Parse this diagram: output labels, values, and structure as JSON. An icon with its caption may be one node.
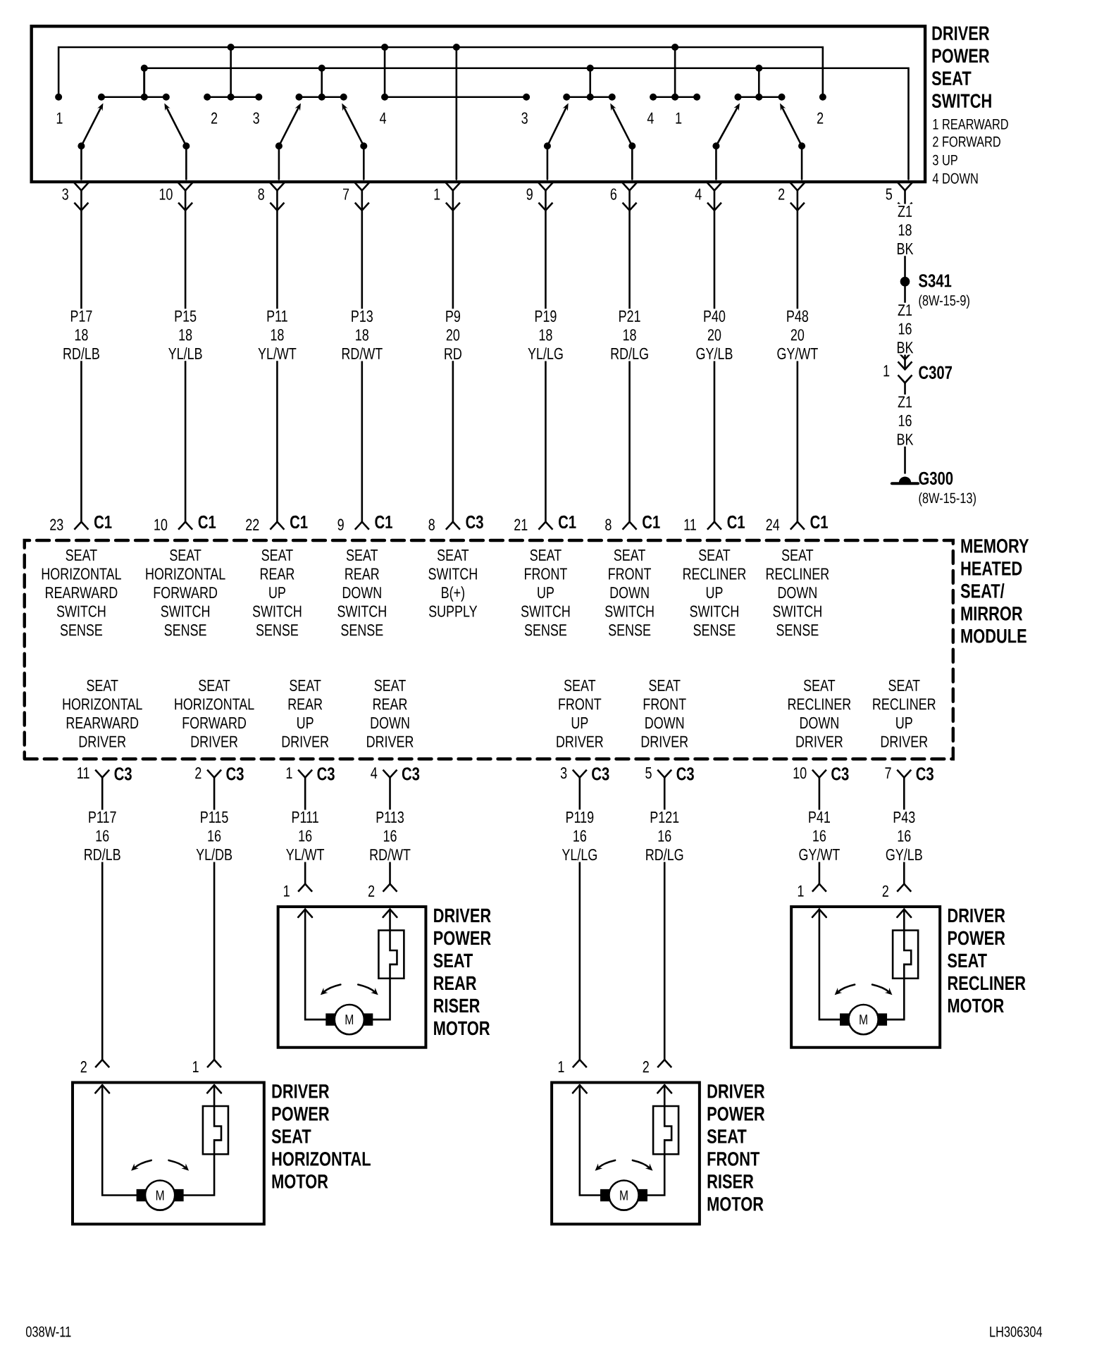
{
  "diagram": {
    "nodes": [
      {
        "text": [
          "DRIVER POWER SEAT SWITCH"
        ],
        "beside": [
          "1 REARWARD",
          "2 FORWARD",
          "3 UP",
          "4 DOWN"
        ]
      },
      {
        "text": [
          "S341"
        ],
        "beside": [
          "(8W-15-9)"
        ]
      },
      {
        "text": [
          "C307"
        ]
      },
      {
        "text": [
          "G300"
        ],
        "beside": [
          "(8W-15-13)"
        ]
      },
      {
        "text": [
          "SEAT HORIZONTAL REARWARD SWITCH SENSE",
          "SEAT HORIZONTAL FORWARD SWITCH SENSE",
          "SEAT REAR UP SWITCH SENSE",
          "SEAT REAR DOWN SWITCH SENSE",
          "SEAT SWITCH B(+) SUPPLY",
          "SEAT FRONT UP SWITCH SENSE",
          "SEAT FRONT DOWN SWITCH SENSE",
          "SEAT RECLINER UP SWITCH SENSE",
          "SEAT RECLINER DOWN SWITCH SENSE",
          "MEMORY HEATED SEAT/ MIRROR MODULE",
          "SEAT HORIZONTAL REARWARD DRIVER",
          "SEAT HORIZONTAL FORWARD DRIVER",
          "SEAT REAR UP DRIVER",
          "SEAT REAR DOWN DRIVER",
          "SEAT FRONT UP DRIVER",
          "SEAT FRONT DOWN DRIVER",
          "SEAT RECLINER DOWN DRIVER",
          "SEAT RECLINER UP DRIVER"
        ]
      },
      {
        "text": [
          "M",
          "DRIVER POWER SEAT REAR RISER MOTOR"
        ]
      },
      {
        "text": [
          "M",
          "DRIVER POWER SEAT RECLINER MOTOR"
        ]
      },
      {
        "text": [
          "M",
          "DRIVER POWER SEAT HORIZONTAL MOTOR"
        ]
      },
      {
        "text": [
          "M",
          "DRIVER POWER SEAT FRONT RISER MOTOR"
        ]
      }
    ],
    "edges": [
      {
        "from": 0,
        "to": 4,
        "arrow": "other",
        "label": "P17 18 RD/LB"
      },
      {
        "from": 0,
        "to": 4,
        "arrow": "other",
        "label": "P15 18 YL/LB"
      },
      {
        "from": 0,
        "to": 4,
        "arrow": "other",
        "label": "P11 18 YL/WT"
      },
      {
        "from": 0,
        "to": 4,
        "arrow": "other",
        "label": "P13 18 RD/WT"
      },
      {
        "from": 0,
        "to": 4,
        "arrow": "other",
        "label": "P9 20 RD"
      },
      {
        "from": 0,
        "to": 4,
        "arrow": "other",
        "label": "P19 18 YL/LG"
      },
      {
        "from": 0,
        "to": 4,
        "arrow": "other",
        "label": "P21 18 RD/LG"
      },
      {
        "from": 0,
        "to": 4,
        "arrow": "other",
        "label": "P40 20 GY/LB"
      },
      {
        "from": 0,
        "to": 4,
        "arrow": "other",
        "label": "P48 20 GY/WT"
      },
      {
        "from": 0,
        "to": 1,
        "arrow": "other",
        "label": "Z1 18 BK"
      },
      {
        "from": 1,
        "to": 2,
        "arrow": "to",
        "label": "Z1 16 BK"
      },
      {
        "from": 2,
        "to": 3,
        "arrow": "other",
        "label": "Z1 16 BK"
      },
      {
        "from": 4,
        "to": 7,
        "arrow": "other",
        "label": "P117 16 RD/LB"
      },
      {
        "from": 4,
        "to": 7,
        "arrow": "other",
        "label": "P115 16 YL/DB"
      },
      {
        "from": 4,
        "to": 5,
        "arrow": "other",
        "label": "P111 16 YL/WT"
      },
      {
        "from": 4,
        "to": 5,
        "arrow": "other",
        "label": "P113 16 RD/WT"
      },
      {
        "from": 4,
        "to": 8,
        "arrow": "other",
        "label": "P119 16 YL/LG"
      },
      {
        "from": 4,
        "to": 8,
        "arrow": "other",
        "label": "P121 16 RD/LG"
      },
      {
        "from": 4,
        "to": 6,
        "arrow": "other",
        "label": "P41 16 GY/WT"
      },
      {
        "from": 4,
        "to": 6,
        "arrow": "other",
        "label": "P43 16 GY/LB"
      }
    ],
    "labels": [
      "1",
      "2",
      "3",
      "4",
      "3",
      "4",
      "1",
      "2",
      "3",
      "10",
      "8",
      "7",
      "1",
      "9",
      "6",
      "4",
      "2",
      "5",
      "23",
      "C1",
      "10",
      "C1",
      "22",
      "C1",
      "9",
      "C1",
      "8",
      "C3",
      "21",
      "C1",
      "8",
      "C1",
      "11",
      "C1",
      "24",
      "C1",
      "1",
      "11",
      "C3",
      "2",
      "C3",
      "1",
      "C3",
      "4",
      "C3",
      "3",
      "C3",
      "5",
      "C3",
      "10",
      "C3",
      "7",
      "C3",
      "1",
      "2",
      "1",
      "2",
      "2",
      "1",
      "1",
      "2",
      "038W-11",
      "LH306304"
    ]
  }
}
